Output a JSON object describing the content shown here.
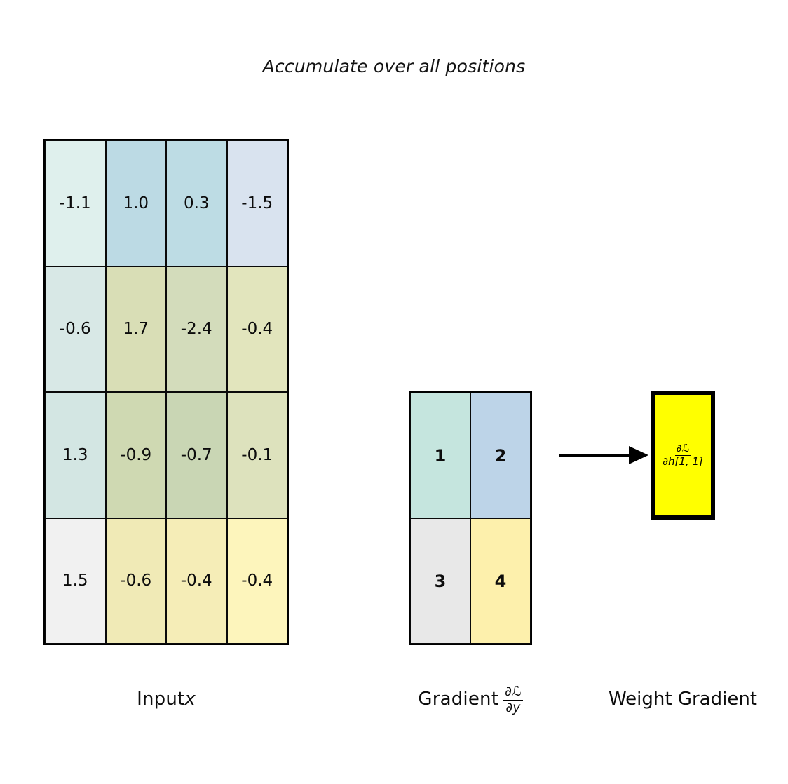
{
  "title": "Accumulate over all positions",
  "colors": {
    "border": "#000000",
    "highlight": "#ffff00",
    "background": "#ffffff"
  },
  "input_matrix": {
    "label_prefix": "Input ",
    "label_symbol": "x",
    "rows": 4,
    "cols": 4,
    "values": [
      [
        "-1.1",
        "1.0",
        "0.3",
        "-1.5"
      ],
      [
        "-0.6",
        "1.7",
        "-2.4",
        "-0.4"
      ],
      [
        "1.3",
        "-0.9",
        "-0.7",
        "-0.1"
      ],
      [
        "1.5",
        "-0.6",
        "-0.4",
        "-0.4"
      ]
    ],
    "cell_colors": [
      [
        "#dff0ed",
        "#bcdae4",
        "#bddce4",
        "#d9e3ef"
      ],
      [
        "#d8e8e6",
        "#d9deb6",
        "#d3dcbb",
        "#e2e5bd"
      ],
      [
        "#d3e6e3",
        "#cfd9b2",
        "#c9d6b4",
        "#dde2bd"
      ],
      [
        "#f1f1f1",
        "#f0eab6",
        "#f5edb7",
        "#fdf5bc"
      ]
    ]
  },
  "gradient_matrix": {
    "label_prefix": "Gradient ",
    "label_numerator": "∂ℒ",
    "label_denominator": "∂y",
    "rows": 2,
    "cols": 2,
    "values": [
      [
        "1",
        "2"
      ],
      [
        "3",
        "4"
      ]
    ],
    "cell_colors": [
      [
        "#c5e5de",
        "#bdd4e8"
      ],
      [
        "#e8e8e8",
        "#fdf0ac"
      ]
    ]
  },
  "arrow": {
    "name": "right-arrow",
    "direction": "right"
  },
  "weight_gradient": {
    "label": "Weight Gradient",
    "numerator": "∂ℒ",
    "denominator": "∂h[1, 1]",
    "fill_color": "#ffff00"
  }
}
